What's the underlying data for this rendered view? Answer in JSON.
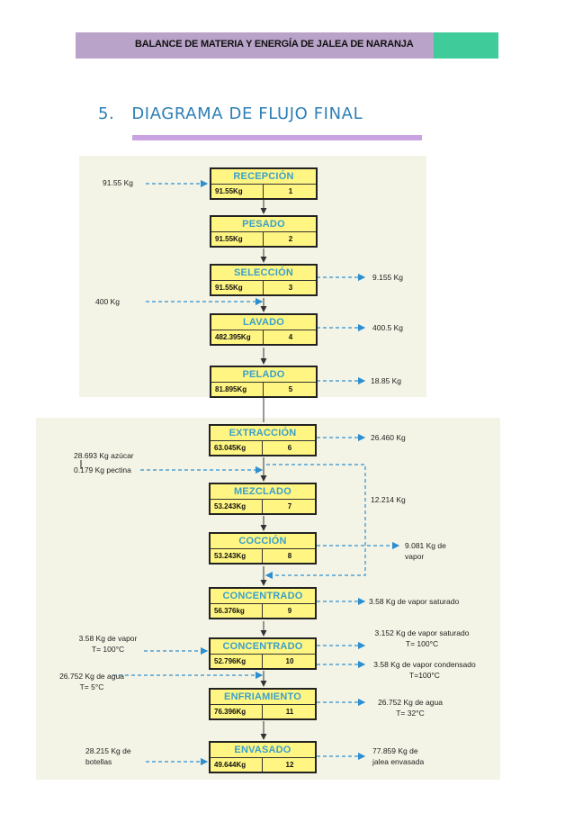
{
  "header": {
    "title": "BALANCE DE MATERIA Y ENERGÍA DE JALEA DE NARANJA"
  },
  "section": {
    "number": "5.",
    "title": "DIAGRAMA DE FLUJO FINAL"
  },
  "colors": {
    "header_band": "#b9a3c8",
    "header_accent": "#3fcb9a",
    "title_text": "#2e7fb6",
    "underline": "#c9a2e2",
    "box_fill": "#fff582",
    "step_title": "#3aa0cc",
    "arrow": "#2e8fd0",
    "panel_bg": "#f4f4e6"
  },
  "steps": [
    {
      "name": "RECEPCIÓN",
      "mass": "91.55Kg",
      "number": "1"
    },
    {
      "name": "PESADO",
      "mass": "91.55Kg",
      "number": "2"
    },
    {
      "name": "SELECCIÓN",
      "mass": "91.55Kg",
      "number": "3"
    },
    {
      "name": "LAVADO",
      "mass": "482.395Kg",
      "number": "4"
    },
    {
      "name": "PELADO",
      "mass": "81.895Kg",
      "number": "5"
    },
    {
      "name": "EXTRACCIÓN",
      "mass": "63.045Kg",
      "number": "6"
    },
    {
      "name": "MEZCLADO",
      "mass": "53.243Kg",
      "number": "7"
    },
    {
      "name": "COCCIÓN",
      "mass": "53.243Kg",
      "number": "8"
    },
    {
      "name": "CONCENTRADO",
      "mass": "56.376kg",
      "number": "9"
    },
    {
      "name": "CONCENTRADO",
      "mass": "52.796Kg",
      "number": "10"
    },
    {
      "name": "ENFRIAMIENTO",
      "mass": "76.396Kg",
      "number": "11"
    },
    {
      "name": "ENVASADO",
      "mass": "49.644Kg",
      "number": "12"
    }
  ],
  "inputs": {
    "recepcion": "91.55  Kg",
    "lavado": "400 Kg",
    "azucar": "28.693 Kg azúcar",
    "pectina": "0.179 Kg pectina",
    "vapor_line1": "3.58 Kg de vapor",
    "vapor_line2": "T= 100°C",
    "agua_line1": "26.752 Kg de agua",
    "agua_line2": "T= 5°C",
    "botellas_line1": "28.215 Kg de",
    "botellas_line2": "botellas"
  },
  "outputs": {
    "seleccion": "9.155 Kg",
    "lavado": "400.5 Kg",
    "pelado": "18.85 Kg",
    "extraccion": "26.460 Kg",
    "recirculacion": "12.214 Kg",
    "coccion_line1": "9.081 Kg de",
    "coccion_line2": "vapor",
    "concentrado9": "3.58 Kg de vapor saturado",
    "concentrado10a_line1": "3.152 Kg de vapor saturado",
    "concentrado10a_line2": "T= 100°C",
    "concentrado10b_line1": "3.58 Kg de vapor condensado",
    "concentrado10b_line2": "T=100°C",
    "enfriamiento_line1": "26.752 Kg de agua",
    "enfriamiento_line2": "T= 32°C",
    "envasado_line1": "77.859 Kg de",
    "envasado_line2": "jalea envasada"
  }
}
